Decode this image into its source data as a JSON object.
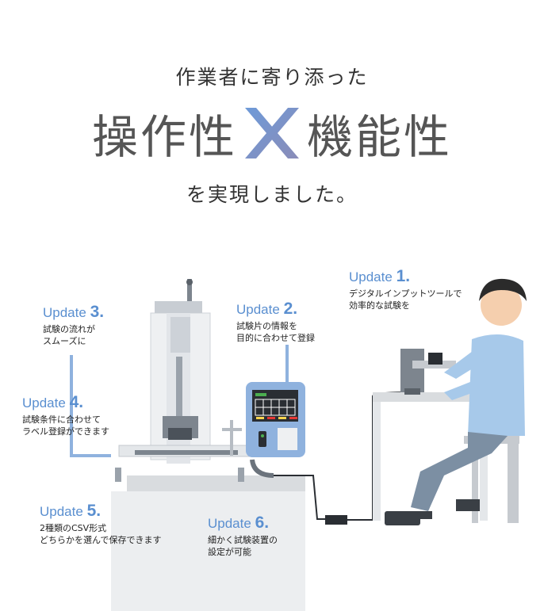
{
  "headline": {
    "subtitle": "作業者に寄り添った",
    "left_word": "操作性",
    "right_word": "機能性",
    "tagline": "を実現しました。"
  },
  "updates": [
    {
      "label": "Update",
      "num": "1.",
      "lines": [
        "デジタルインプットツールで",
        "効率的な試験を"
      ]
    },
    {
      "label": "Update",
      "num": "2.",
      "lines": [
        "試験片の情報を",
        "目的に合わせて登録"
      ]
    },
    {
      "label": "Update",
      "num": "3.",
      "lines": [
        "試験の流れが",
        "スムーズに"
      ]
    },
    {
      "label": "Update",
      "num": "4.",
      "lines": [
        "試験条件に合わせて",
        "ラベル登録ができます"
      ]
    },
    {
      "label": "Update",
      "num": "5.",
      "lines": [
        "2種類のCSV形式",
        "どちらかを選んで保存できます"
      ]
    },
    {
      "label": "Update",
      "num": "6.",
      "lines": [
        "細かく試験装置の",
        "設定が可能"
      ]
    }
  ],
  "colors": {
    "accent": "#5a8fd0",
    "cross_start": "#6e9ad8",
    "cross_end": "#8a8cb8",
    "panel_blue": "#8fb2de",
    "shirt": "#a7c9ea",
    "trousers": "#7c8fa3"
  }
}
